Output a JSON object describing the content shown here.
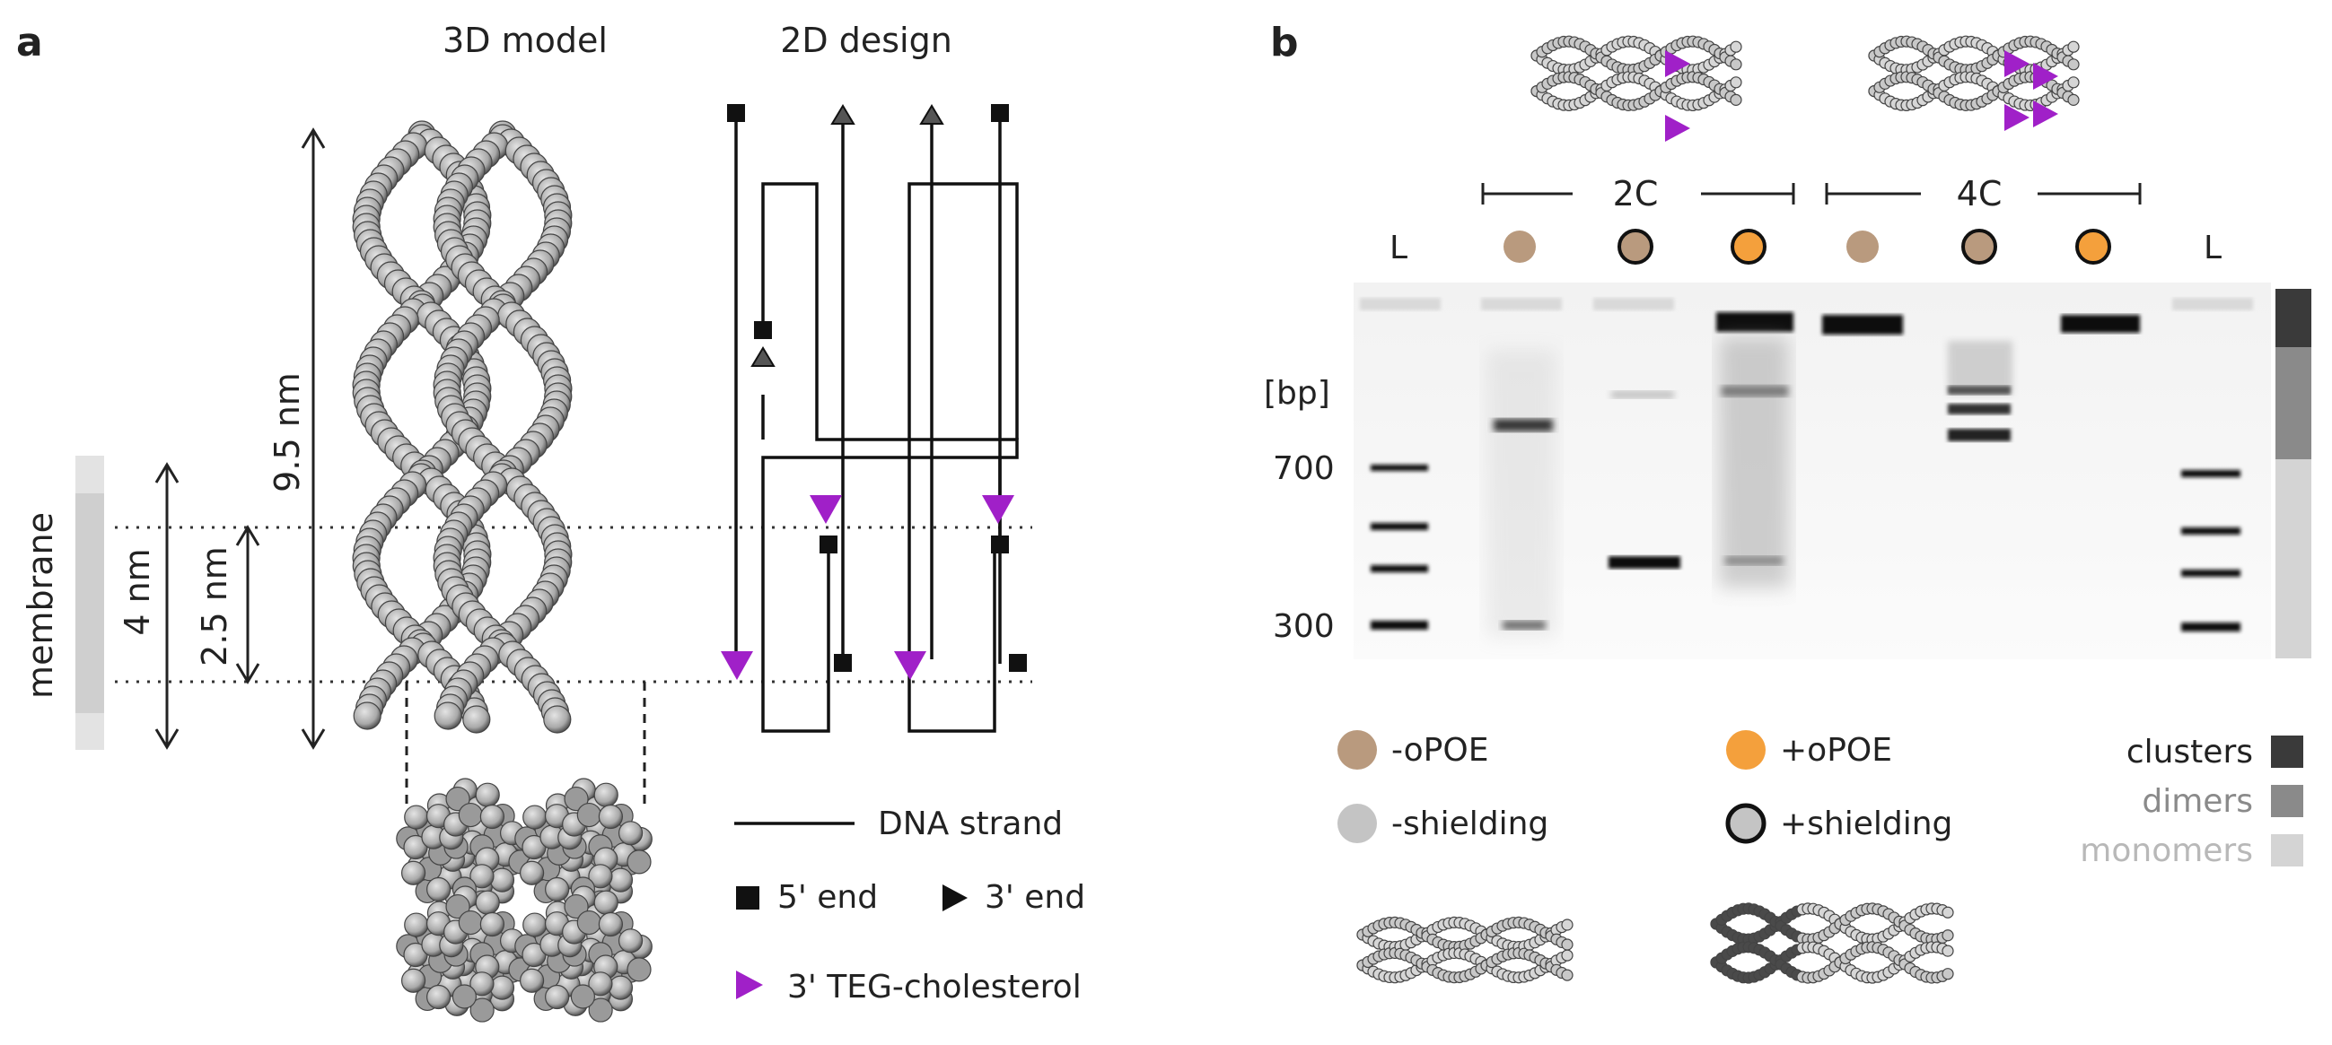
{
  "panel_a": {
    "label": "a",
    "model_title": "3D model",
    "design_title": "2D design",
    "membrane_label": "membrane",
    "dim_total": "9.5 nm",
    "dim_membrane": "4 nm",
    "dim_insertion": "2.5 nm",
    "legend": {
      "strand": "DNA strand",
      "five_end": "5' end",
      "three_end": "3' end",
      "cholesterol": "3' TEG-cholesterol"
    }
  },
  "panel_b": {
    "label": "b",
    "group_2c": "2C",
    "group_4c": "4C",
    "lane_ladder": "L",
    "axis_unit": "[bp]",
    "ticks": [
      "700",
      "300"
    ],
    "legend": {
      "minus_opoe": "-oPOE",
      "plus_opoe": "+oPOE",
      "minus_shield": "-shielding",
      "plus_shield": "+shielding",
      "clusters": "clusters",
      "dimers": "dimers",
      "monomers": "monomers"
    }
  },
  "colors": {
    "opoe_minus": "#b99a7e",
    "opoe_plus": "#f4a03c",
    "shield_minus": "#c4c4c4",
    "cholesterol": "#a020c8",
    "clusters": "#3a3a3a",
    "dimers": "#8a8a8a",
    "monomers": "#d4d4d4"
  }
}
